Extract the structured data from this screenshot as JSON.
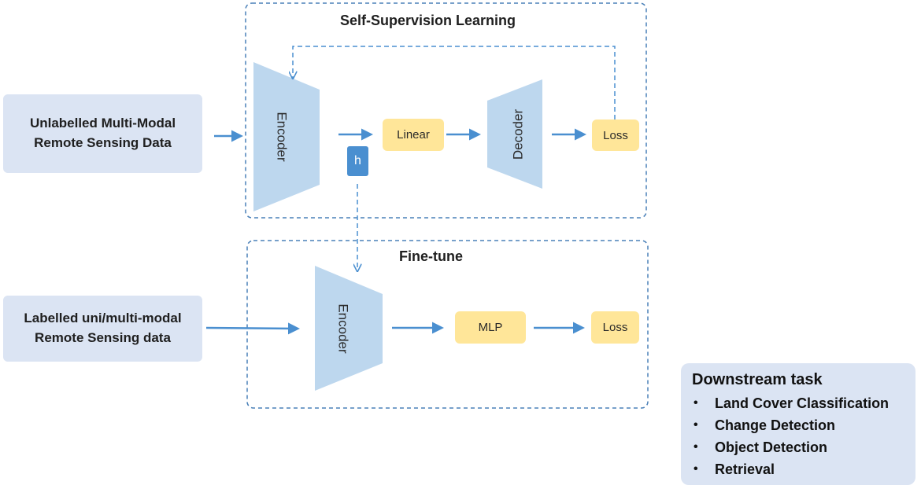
{
  "ssl": {
    "title": "Self-Supervision Learning",
    "input_lines": [
      "Unlabelled Multi-Modal",
      "Remote Sensing Data"
    ],
    "encoder_label": "Encoder",
    "h_label": "h",
    "linear_label": "Linear",
    "decoder_label": "Decoder",
    "loss_label": "Loss"
  },
  "finetune": {
    "title": "Fine-tune",
    "input_lines": [
      "Labelled uni/multi-modal",
      "Remote Sensing data"
    ],
    "encoder_label": "Encoder",
    "mlp_label": "MLP",
    "loss_label": "Loss"
  },
  "downstream": {
    "title": "Downstream task",
    "items": [
      "Land Cover Classification",
      "Change Detection",
      "Object Detection",
      "Retrieval"
    ]
  },
  "colors": {
    "arrow": "#4a8fd0",
    "trapezoid": "#bdd7ee",
    "yellow_box": "#ffe699",
    "input_box": "#dbe4f3",
    "dashed_border": "#4a80b8"
  }
}
